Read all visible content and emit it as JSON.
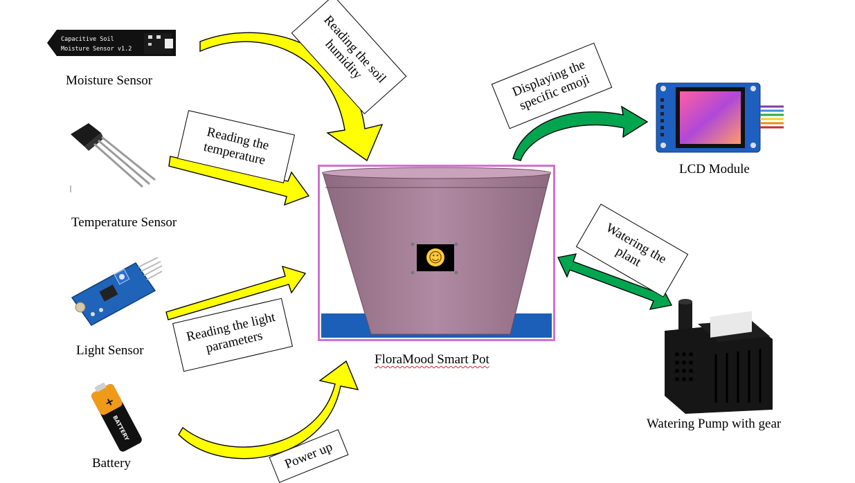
{
  "components": {
    "moisture": {
      "label": "Moisture Sensor",
      "pcb_text_line1": "Capacitive Soil",
      "pcb_text_line2": "Moisture Sensor v1.2"
    },
    "temperature": {
      "label": "Temperature Sensor"
    },
    "light": {
      "label": "Light Sensor"
    },
    "battery": {
      "label": "Battery",
      "battery_text": "BATTERY",
      "plus": "+"
    },
    "pot": {
      "label": "FloraMood Smart Pot",
      "emoji": "☺"
    },
    "lcd": {
      "label": "LCD Module"
    },
    "pump": {
      "label": "Watering Pump with gear"
    }
  },
  "arrows": {
    "soil": {
      "line1": "Reading the soil",
      "line2": "humidity"
    },
    "temp": {
      "line1": "Reading the",
      "line2": "temperature"
    },
    "light": {
      "line1": "Reading the light",
      "line2": "parameters"
    },
    "power": {
      "line1": "Power up"
    },
    "emoji": {
      "line1": "Displaying the",
      "line2": "specific emoji"
    },
    "water": {
      "line1": "Watering the",
      "line2": "plant"
    }
  },
  "colors": {
    "yellow_arrow": "#ffff00",
    "green_arrow": "#00a550",
    "pot_frame": "#d070d0",
    "pot_body": "#a77a94",
    "pot_base": "#1b5fb8"
  }
}
